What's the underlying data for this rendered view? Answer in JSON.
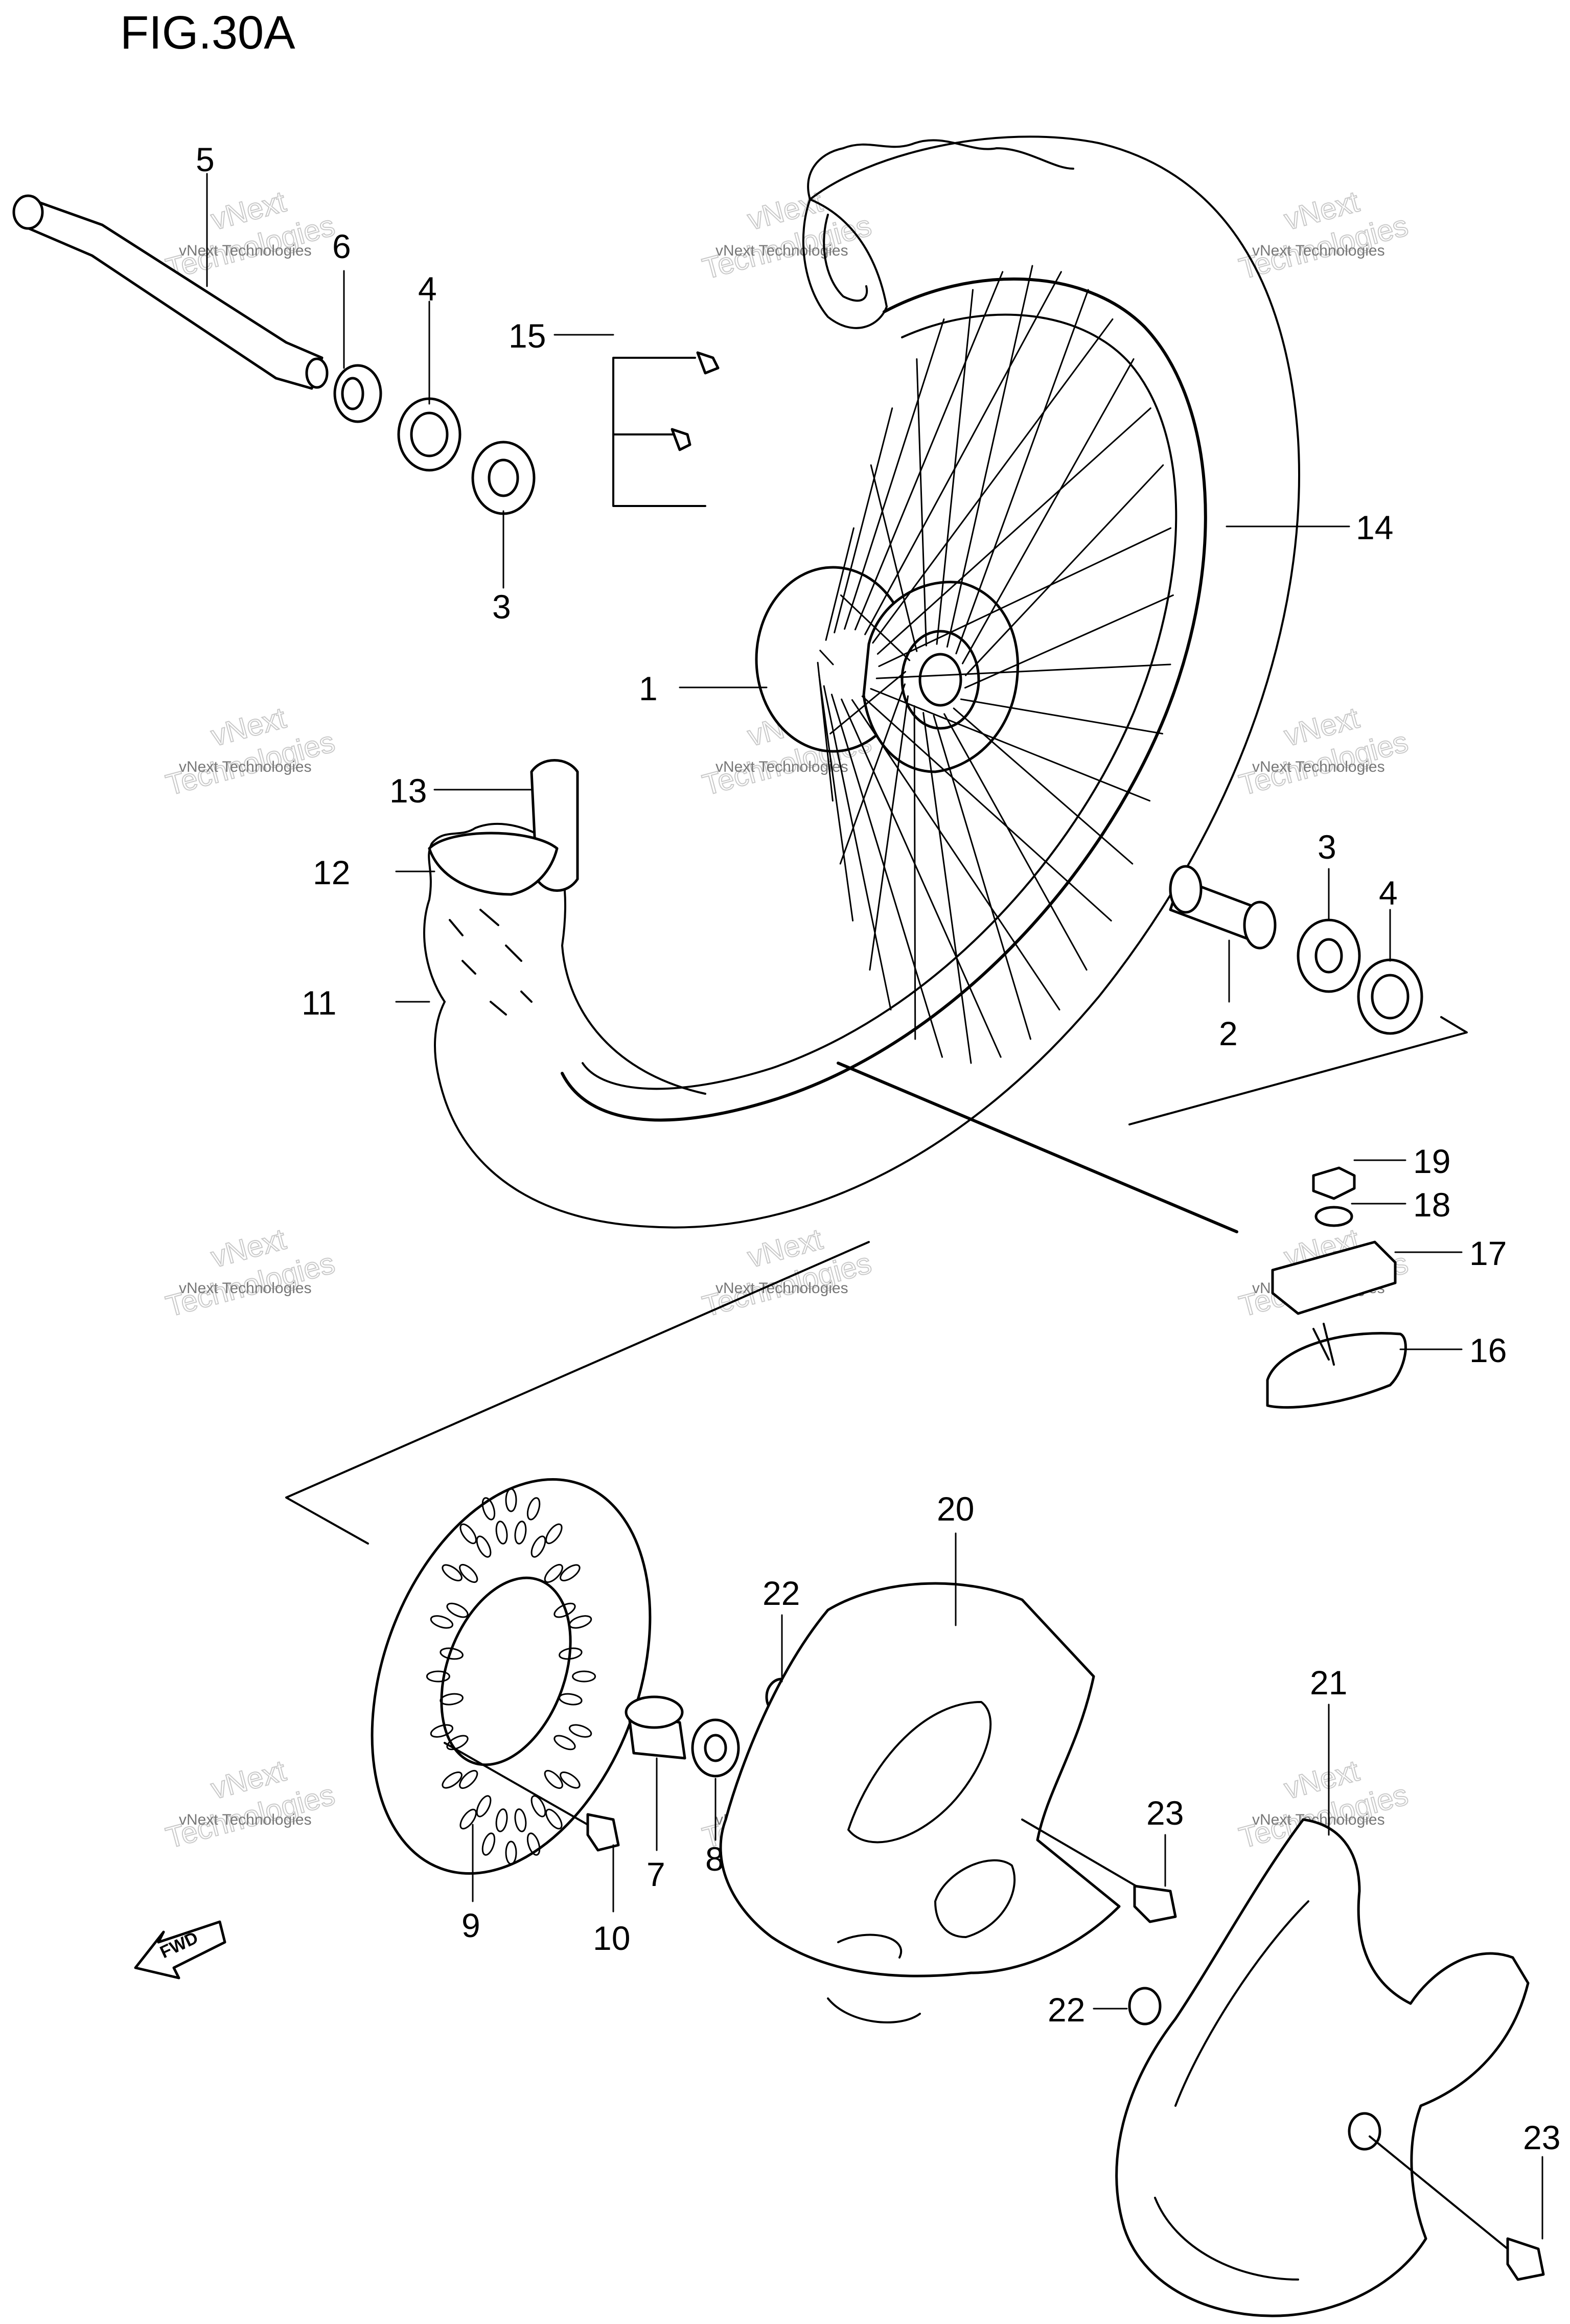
{
  "figure": {
    "title": "FIG.30A"
  },
  "callouts": [
    {
      "id": "1",
      "label": "1"
    },
    {
      "id": "2",
      "label": "2"
    },
    {
      "id": "3a",
      "label": "3"
    },
    {
      "id": "3b",
      "label": "3"
    },
    {
      "id": "4a",
      "label": "4"
    },
    {
      "id": "4b",
      "label": "4"
    },
    {
      "id": "5",
      "label": "5"
    },
    {
      "id": "6",
      "label": "6"
    },
    {
      "id": "7",
      "label": "7"
    },
    {
      "id": "8",
      "label": "8"
    },
    {
      "id": "9",
      "label": "9"
    },
    {
      "id": "10",
      "label": "10"
    },
    {
      "id": "11",
      "label": "11"
    },
    {
      "id": "12",
      "label": "12"
    },
    {
      "id": "13",
      "label": "13"
    },
    {
      "id": "14",
      "label": "14"
    },
    {
      "id": "15",
      "label": "15"
    },
    {
      "id": "16",
      "label": "16"
    },
    {
      "id": "17",
      "label": "17"
    },
    {
      "id": "18",
      "label": "18"
    },
    {
      "id": "19",
      "label": "19"
    },
    {
      "id": "20",
      "label": "20"
    },
    {
      "id": "21",
      "label": "21"
    },
    {
      "id": "22a",
      "label": "22"
    },
    {
      "id": "22b",
      "label": "22"
    },
    {
      "id": "23a",
      "label": "23"
    },
    {
      "id": "23b",
      "label": "23"
    }
  ],
  "watermark": {
    "line1": "vNext Technologies",
    "brand": "Technologies",
    "brand_top": "vNext"
  },
  "direction_arrow": {
    "label": "FWD"
  }
}
